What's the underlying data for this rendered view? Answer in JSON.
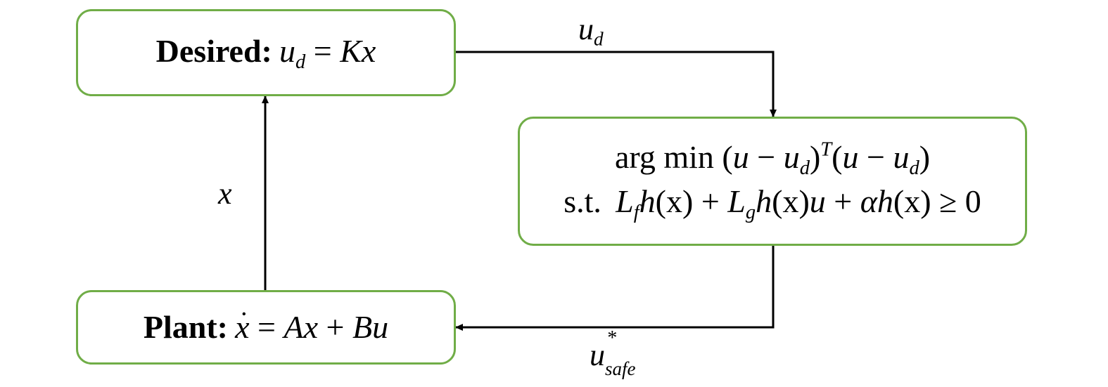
{
  "desired": {
    "label": "Desired:",
    "lhs": "u",
    "lhs_sub": "d",
    "rel": " = ",
    "rhs": "Kx"
  },
  "qp": {
    "line1": {
      "prefix": "arg min (",
      "u1": "u",
      "minus1": " − ",
      "ud1": "u",
      "ud1_sub": "d",
      "close1": ")",
      "sup": "T",
      "open2": "(",
      "u2": "u",
      "minus2": " − ",
      "ud2": "u",
      "ud2_sub": "d",
      "close2": ")"
    },
    "line2": {
      "st": "s.t.",
      "L1": "L",
      "L1_sub": "f",
      "h1": "h",
      "arg1": "(x)",
      "plus1": " + ",
      "L2": "L",
      "L2_sub": "g",
      "h2": "h",
      "arg2": "(x)",
      "u": "u",
      "plus2": " + ",
      "alpha": "α",
      "h3": "h",
      "arg3": "(x)",
      "rel": " ≥ 0"
    }
  },
  "plant": {
    "label": "Plant:",
    "xdot": "x",
    "dot": "˙",
    "rel": " = ",
    "rhs1": "Ax",
    "plus": " + ",
    "rhs2": "Bu"
  },
  "signals": {
    "ud": {
      "base": "u",
      "sub": "d"
    },
    "x": {
      "base": "x"
    },
    "usafe": {
      "base": "u",
      "sup": "*",
      "sub": "safe"
    }
  },
  "colors": {
    "box_border": "#70ad47",
    "wire": "#000000",
    "background": "#ffffff"
  }
}
